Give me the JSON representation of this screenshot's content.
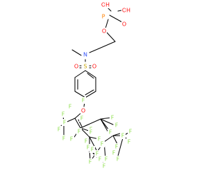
{
  "colors": {
    "background": "#ffffff",
    "bond": "#000000",
    "O": "#ff0d0d",
    "N": "#3050f8",
    "P": "#ff8000",
    "S": "#c8a400",
    "F": "#90e050",
    "H": "#ff0d0d"
  },
  "atom_labels": [
    {
      "name": "atom-label-oh-1",
      "element": "O",
      "text": "O"
    },
    {
      "name": "atom-label-oh-1-h",
      "element": "H",
      "text": "H"
    },
    {
      "name": "atom-label-p",
      "element": "P",
      "text": "P"
    },
    {
      "name": "atom-label-oh-2",
      "element": "O",
      "text": "O"
    },
    {
      "name": "atom-label-oh-2-h",
      "element": "H",
      "text": "H"
    },
    {
      "name": "atom-label-p-double-o",
      "element": "O",
      "text": "O"
    },
    {
      "name": "atom-label-ester-o",
      "element": "O",
      "text": "O"
    },
    {
      "name": "atom-label-n",
      "element": "N",
      "text": "N"
    },
    {
      "name": "atom-label-s",
      "element": "S",
      "text": "S"
    },
    {
      "name": "atom-label-sulfonyl-o-left",
      "element": "O",
      "text": "O"
    },
    {
      "name": "atom-label-sulfonyl-o-right",
      "element": "O",
      "text": "O"
    },
    {
      "name": "atom-label-ether-o",
      "element": "O",
      "text": "O"
    },
    {
      "name": "atom-label-f-1",
      "element": "F",
      "text": "F"
    },
    {
      "name": "atom-label-f-2",
      "element": "F",
      "text": "F"
    },
    {
      "name": "atom-label-f-3",
      "element": "F",
      "text": "F"
    },
    {
      "name": "atom-label-f-4",
      "element": "F",
      "text": "F"
    },
    {
      "name": "atom-label-f-5",
      "element": "F",
      "text": "F"
    },
    {
      "name": "atom-label-f-6",
      "element": "F",
      "text": "F"
    },
    {
      "name": "atom-label-f-7",
      "element": "F",
      "text": "F"
    },
    {
      "name": "atom-label-f-8",
      "element": "F",
      "text": "F"
    },
    {
      "name": "atom-label-f-9",
      "element": "F",
      "text": "F"
    },
    {
      "name": "atom-label-f-10",
      "element": "F",
      "text": "F"
    },
    {
      "name": "atom-label-f-11",
      "element": "F",
      "text": "F"
    },
    {
      "name": "atom-label-f-12",
      "element": "F",
      "text": "F"
    },
    {
      "name": "atom-label-f-13",
      "element": "F",
      "text": "F"
    },
    {
      "name": "atom-label-f-14",
      "element": "F",
      "text": "F"
    },
    {
      "name": "atom-label-f-15",
      "element": "F",
      "text": "F"
    },
    {
      "name": "atom-label-f-16",
      "element": "F",
      "text": "F"
    },
    {
      "name": "atom-label-f-17",
      "element": "F",
      "text": "F"
    },
    {
      "name": "atom-label-f-18",
      "element": "F",
      "text": "F"
    },
    {
      "name": "atom-label-f-19",
      "element": "F",
      "text": "F"
    },
    {
      "name": "atom-label-f-20",
      "element": "F",
      "text": "F"
    },
    {
      "name": "atom-label-f-21",
      "element": "F",
      "text": "F"
    },
    {
      "name": "atom-label-f-22",
      "element": "F",
      "text": "F"
    },
    {
      "name": "atom-label-f-23",
      "element": "F",
      "text": "F"
    },
    {
      "name": "atom-label-f-24",
      "element": "F",
      "text": "F"
    },
    {
      "name": "atom-label-f-25",
      "element": "F",
      "text": "F"
    },
    {
      "name": "atom-label-f-26",
      "element": "F",
      "text": "F"
    },
    {
      "name": "atom-label-f-27",
      "element": "F",
      "text": "F"
    },
    {
      "name": "atom-label-f-28",
      "element": "F",
      "text": "F"
    },
    {
      "name": "atom-label-f-29",
      "element": "F",
      "text": "F"
    },
    {
      "name": "atom-label-f-30",
      "element": "F",
      "text": "F"
    },
    {
      "name": "atom-label-f-31",
      "element": "F",
      "text": "F"
    },
    {
      "name": "atom-label-f-32",
      "element": "F",
      "text": "F"
    },
    {
      "name": "atom-label-f-33",
      "element": "F",
      "text": "F"
    },
    {
      "name": "atom-label-f-34",
      "element": "F",
      "text": "F"
    },
    {
      "name": "atom-label-f-35",
      "element": "F",
      "text": "F"
    },
    {
      "name": "atom-label-f-36",
      "element": "F",
      "text": "F"
    },
    {
      "name": "atom-label-f-37",
      "element": "F",
      "text": "F"
    },
    {
      "name": "atom-label-f-38",
      "element": "F",
      "text": "F"
    },
    {
      "name": "atom-label-f-39",
      "element": "F",
      "text": "F"
    },
    {
      "name": "atom-label-f-40",
      "element": "F",
      "text": "F"
    }
  ]
}
